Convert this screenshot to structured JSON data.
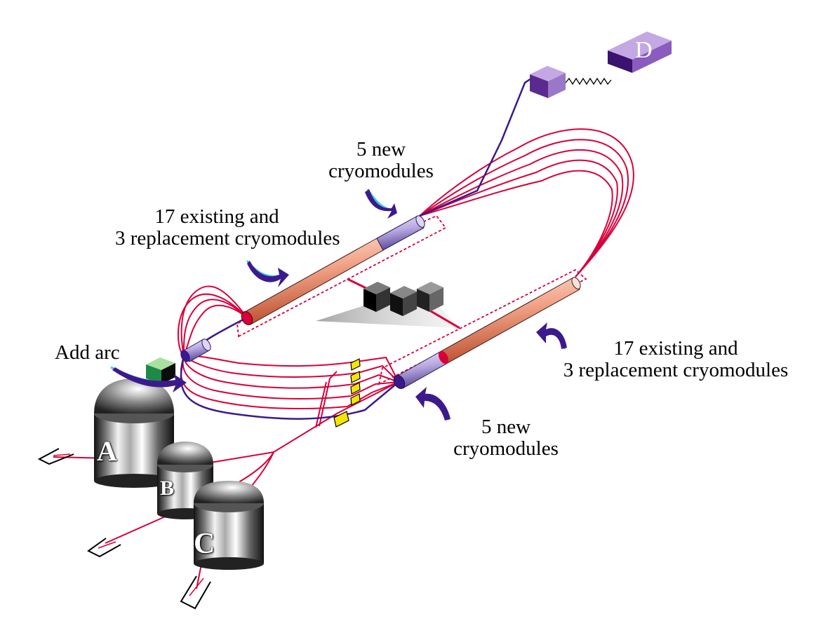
{
  "labels": {
    "new_north": "5 new\ncryomodules",
    "existing_north": "17 existing and\n3 replacement cryomodules",
    "add_arc": "Add arc",
    "existing_south": "17 existing and\n3 replacement cryomodules",
    "new_south": "5 new\ncryomodules"
  },
  "halls": {
    "a": "A",
    "b": "B",
    "c": "C",
    "d": "D"
  },
  "colors": {
    "arc_line": "#d8003a",
    "beam_line": "#3a1a8a",
    "linac_body": "#f0a080",
    "new_module": "#b8a8e0",
    "pointer_arrow": "#3d1a8c",
    "pointer_accent": "#3cc8e8",
    "hall_d": "#7a4ab0",
    "magnet": "#f2e600",
    "injector": "#2e9b5a"
  }
}
